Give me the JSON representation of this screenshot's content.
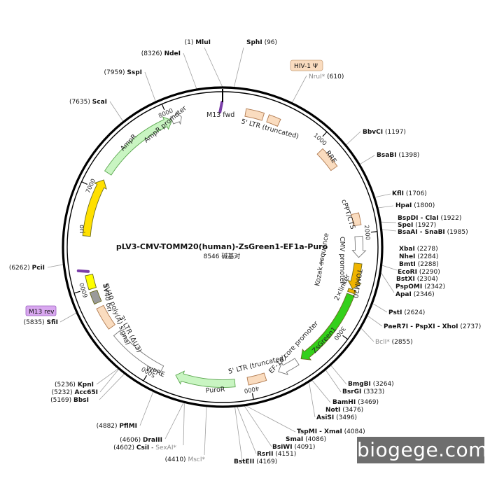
{
  "plasmid": {
    "name": "pLV3-CMV-TOMM20(human)-ZsGreen1-EF1a-Puro",
    "size_label": "8546 碱基对",
    "total_bp": 8546
  },
  "ruler_ticks": [
    {
      "bp": 1000,
      "label": "1000"
    },
    {
      "bp": 2000,
      "label": "2000"
    },
    {
      "bp": 3000,
      "label": "3000"
    },
    {
      "bp": 4000,
      "label": "4000"
    },
    {
      "bp": 5000,
      "label": "5000"
    },
    {
      "bp": 6000,
      "label": "6000"
    },
    {
      "bp": 7000,
      "label": "7000"
    },
    {
      "bp": 8000,
      "label": "8000"
    }
  ],
  "features": [
    {
      "id": "m13fwd",
      "label": "M13 fwd",
      "start": 8520,
      "end": 8540,
      "color": "#7a3ea8",
      "kind": "primer"
    },
    {
      "id": "ltr5",
      "label": "5' LTR (truncated)",
      "start": 230,
      "end": 410,
      "color": "#fadcbf",
      "kind": "box"
    },
    {
      "id": "hiv",
      "label": "HIV-1 Ψ",
      "start": 460,
      "end": 580,
      "color": "#fadcbf",
      "kind": "box"
    },
    {
      "id": "rre",
      "label": "RRE",
      "start": 1080,
      "end": 1300,
      "color": "#fadcbf",
      "kind": "box"
    },
    {
      "id": "cppt",
      "label": "cPPT/CTS",
      "start": 1800,
      "end": 1918,
      "color": "#fadcbf",
      "kind": "box"
    },
    {
      "id": "cmv",
      "label": "CMV promoter",
      "start": 2030,
      "end": 2240,
      "color": "#ffffff",
      "kind": "arrow"
    },
    {
      "id": "tomm",
      "label": "TOMM20",
      "start": 2300,
      "end": 2560,
      "color": "#f0b400",
      "kind": "arrow"
    },
    {
      "id": "linker",
      "label": "2×linker",
      "start": 2566,
      "end": 2600,
      "color": "#f0b400",
      "kind": "box"
    },
    {
      "id": "zsg",
      "label": "ZsGreen1",
      "start": 2620,
      "end": 3440,
      "color": "#34d01a",
      "kind": "arrow"
    },
    {
      "id": "ef1a",
      "label": "EF-1α core promoter",
      "start": 3490,
      "end": 3700,
      "color": "#ffffff",
      "kind": "arrow"
    },
    {
      "id": "ltr5b",
      "label": "5' LTR (truncated)",
      "start": 3840,
      "end": 4020,
      "color": "#fadcbf",
      "kind": "box"
    },
    {
      "id": "puro",
      "label": "PuroR",
      "start": 4150,
      "end": 4750,
      "color": "#c9f5c2",
      "kind": "arrow"
    },
    {
      "id": "wpre",
      "label": "WPRE",
      "start": 4900,
      "end": 5480,
      "color": "#ffffff",
      "kind": "box"
    },
    {
      "id": "ltr3",
      "label": "3' LTR (ΔU3)",
      "start": 5560,
      "end": 5790,
      "color": "#fadcbf",
      "kind": "box"
    },
    {
      "id": "polya",
      "label": "SV40 poly(A) signal",
      "start": 5840,
      "end": 5960,
      "color": "#9a9a9a",
      "kind": "box"
    },
    {
      "id": "sv40ori",
      "label": "SV40 ori",
      "start": 5990,
      "end": 6130,
      "color": "#ffff00",
      "kind": "box"
    },
    {
      "id": "m13rev",
      "label": "M13 rev",
      "start": 6165,
      "end": 6188,
      "color": "#7a3ea8",
      "kind": "primer"
    },
    {
      "id": "ori",
      "label": "ori",
      "start": 6520,
      "end": 7110,
      "color": "#ffe000",
      "kind": "arrow"
    },
    {
      "id": "ampr",
      "label": "AmpR",
      "start": 7190,
      "end": 8030,
      "color": "#c9f5c2",
      "kind": "arrow"
    },
    {
      "id": "amprp",
      "label": "AmpR promoter",
      "start": 8030,
      "end": 8130,
      "color": "#ffffff",
      "kind": "arrow"
    }
  ],
  "sites": [
    {
      "name": "MluI",
      "pos": "(1)",
      "gray": false
    },
    {
      "name": "SphI",
      "pos": "(96)",
      "gray": false
    },
    {
      "name": "NruI*",
      "pos": "(610)",
      "gray": true
    },
    {
      "name": "BbvCI",
      "pos": "(1197)",
      "gray": false
    },
    {
      "name": "BsaBI",
      "pos": "(1398)",
      "gray": false
    },
    {
      "name": "KflI",
      "pos": "(1706)",
      "gray": false
    },
    {
      "name": "HpaI",
      "pos": "(1800)",
      "gray": false
    },
    {
      "name": "BspDI - ClaI",
      "pos": "(1922)",
      "gray": false
    },
    {
      "name": "SpeI",
      "pos": "(1927)",
      "gray": false
    },
    {
      "name": "BsaAI - SnaBI",
      "pos": "(1985)",
      "gray": false
    },
    {
      "name": "XbaI",
      "pos": "(2278)",
      "gray": false
    },
    {
      "name": "NheI",
      "pos": "(2284)",
      "gray": false
    },
    {
      "name": "BmtI",
      "pos": "(2288)",
      "gray": false
    },
    {
      "name": "EcoRI",
      "pos": "(2290)",
      "gray": false
    },
    {
      "name": "BstXI",
      "pos": "(2304)",
      "gray": false
    },
    {
      "name": "PspOMI",
      "pos": "(2342)",
      "gray": false
    },
    {
      "name": "ApaI",
      "pos": "(2346)",
      "gray": false
    },
    {
      "name": "PstI",
      "pos": "(2624)",
      "gray": false
    },
    {
      "name": "PaeR7I - PspXI - XhoI",
      "pos": "(2737)",
      "gray": false
    },
    {
      "name": "BclI*",
      "pos": "(2855)",
      "gray": true
    },
    {
      "name": "BmgBI",
      "pos": "(3264)",
      "gray": false
    },
    {
      "name": "BsrGI",
      "pos": "(3323)",
      "gray": false
    },
    {
      "name": "BamHI",
      "pos": "(3469)",
      "gray": false
    },
    {
      "name": "NotI",
      "pos": "(3476)",
      "gray": false
    },
    {
      "name": "AsiSI",
      "pos": "(3496)",
      "gray": false
    },
    {
      "name": "TspMI - XmaI",
      "pos": "(4084)",
      "gray": false
    },
    {
      "name": "SmaI",
      "pos": "(4086)",
      "gray": false
    },
    {
      "name": "BsiWI",
      "pos": "(4091)",
      "gray": false
    },
    {
      "name": "RsrII",
      "pos": "(4151)",
      "gray": false
    },
    {
      "name": "BstEII",
      "pos": "(4169)",
      "gray": false
    },
    {
      "name": "MscI*",
      "pos": "(4410)",
      "gray": true
    },
    {
      "name": "SexAI*",
      "pos": "",
      "gray": true
    },
    {
      "name": "CsiI",
      "pos": "(4602)",
      "gray": false
    },
    {
      "name": "DraIII",
      "pos": "(4606)",
      "gray": false
    },
    {
      "name": "PflMI",
      "pos": "(4882)",
      "gray": false
    },
    {
      "name": "BbsI",
      "pos": "(5169)",
      "gray": false
    },
    {
      "name": "Acc65I",
      "pos": "(5232)",
      "gray": false
    },
    {
      "name": "KpnI",
      "pos": "(5236)",
      "gray": false
    },
    {
      "name": "SfiI",
      "pos": "(5835)",
      "gray": false
    },
    {
      "name": "PciI",
      "pos": "(6262)",
      "gray": false
    },
    {
      "name": "ScaI",
      "pos": "(7635)",
      "gray": false
    },
    {
      "name": "SspI",
      "pos": "(7959)",
      "gray": false
    },
    {
      "name": "NdeI",
      "pos": "(8326)",
      "gray": false
    }
  ],
  "kozak_label": "Kozak sequence",
  "watermark": "biogege.com",
  "colors": {
    "backbone": "#000000",
    "leader": "#a0a0a0",
    "box_stroke": "#b07a50"
  }
}
